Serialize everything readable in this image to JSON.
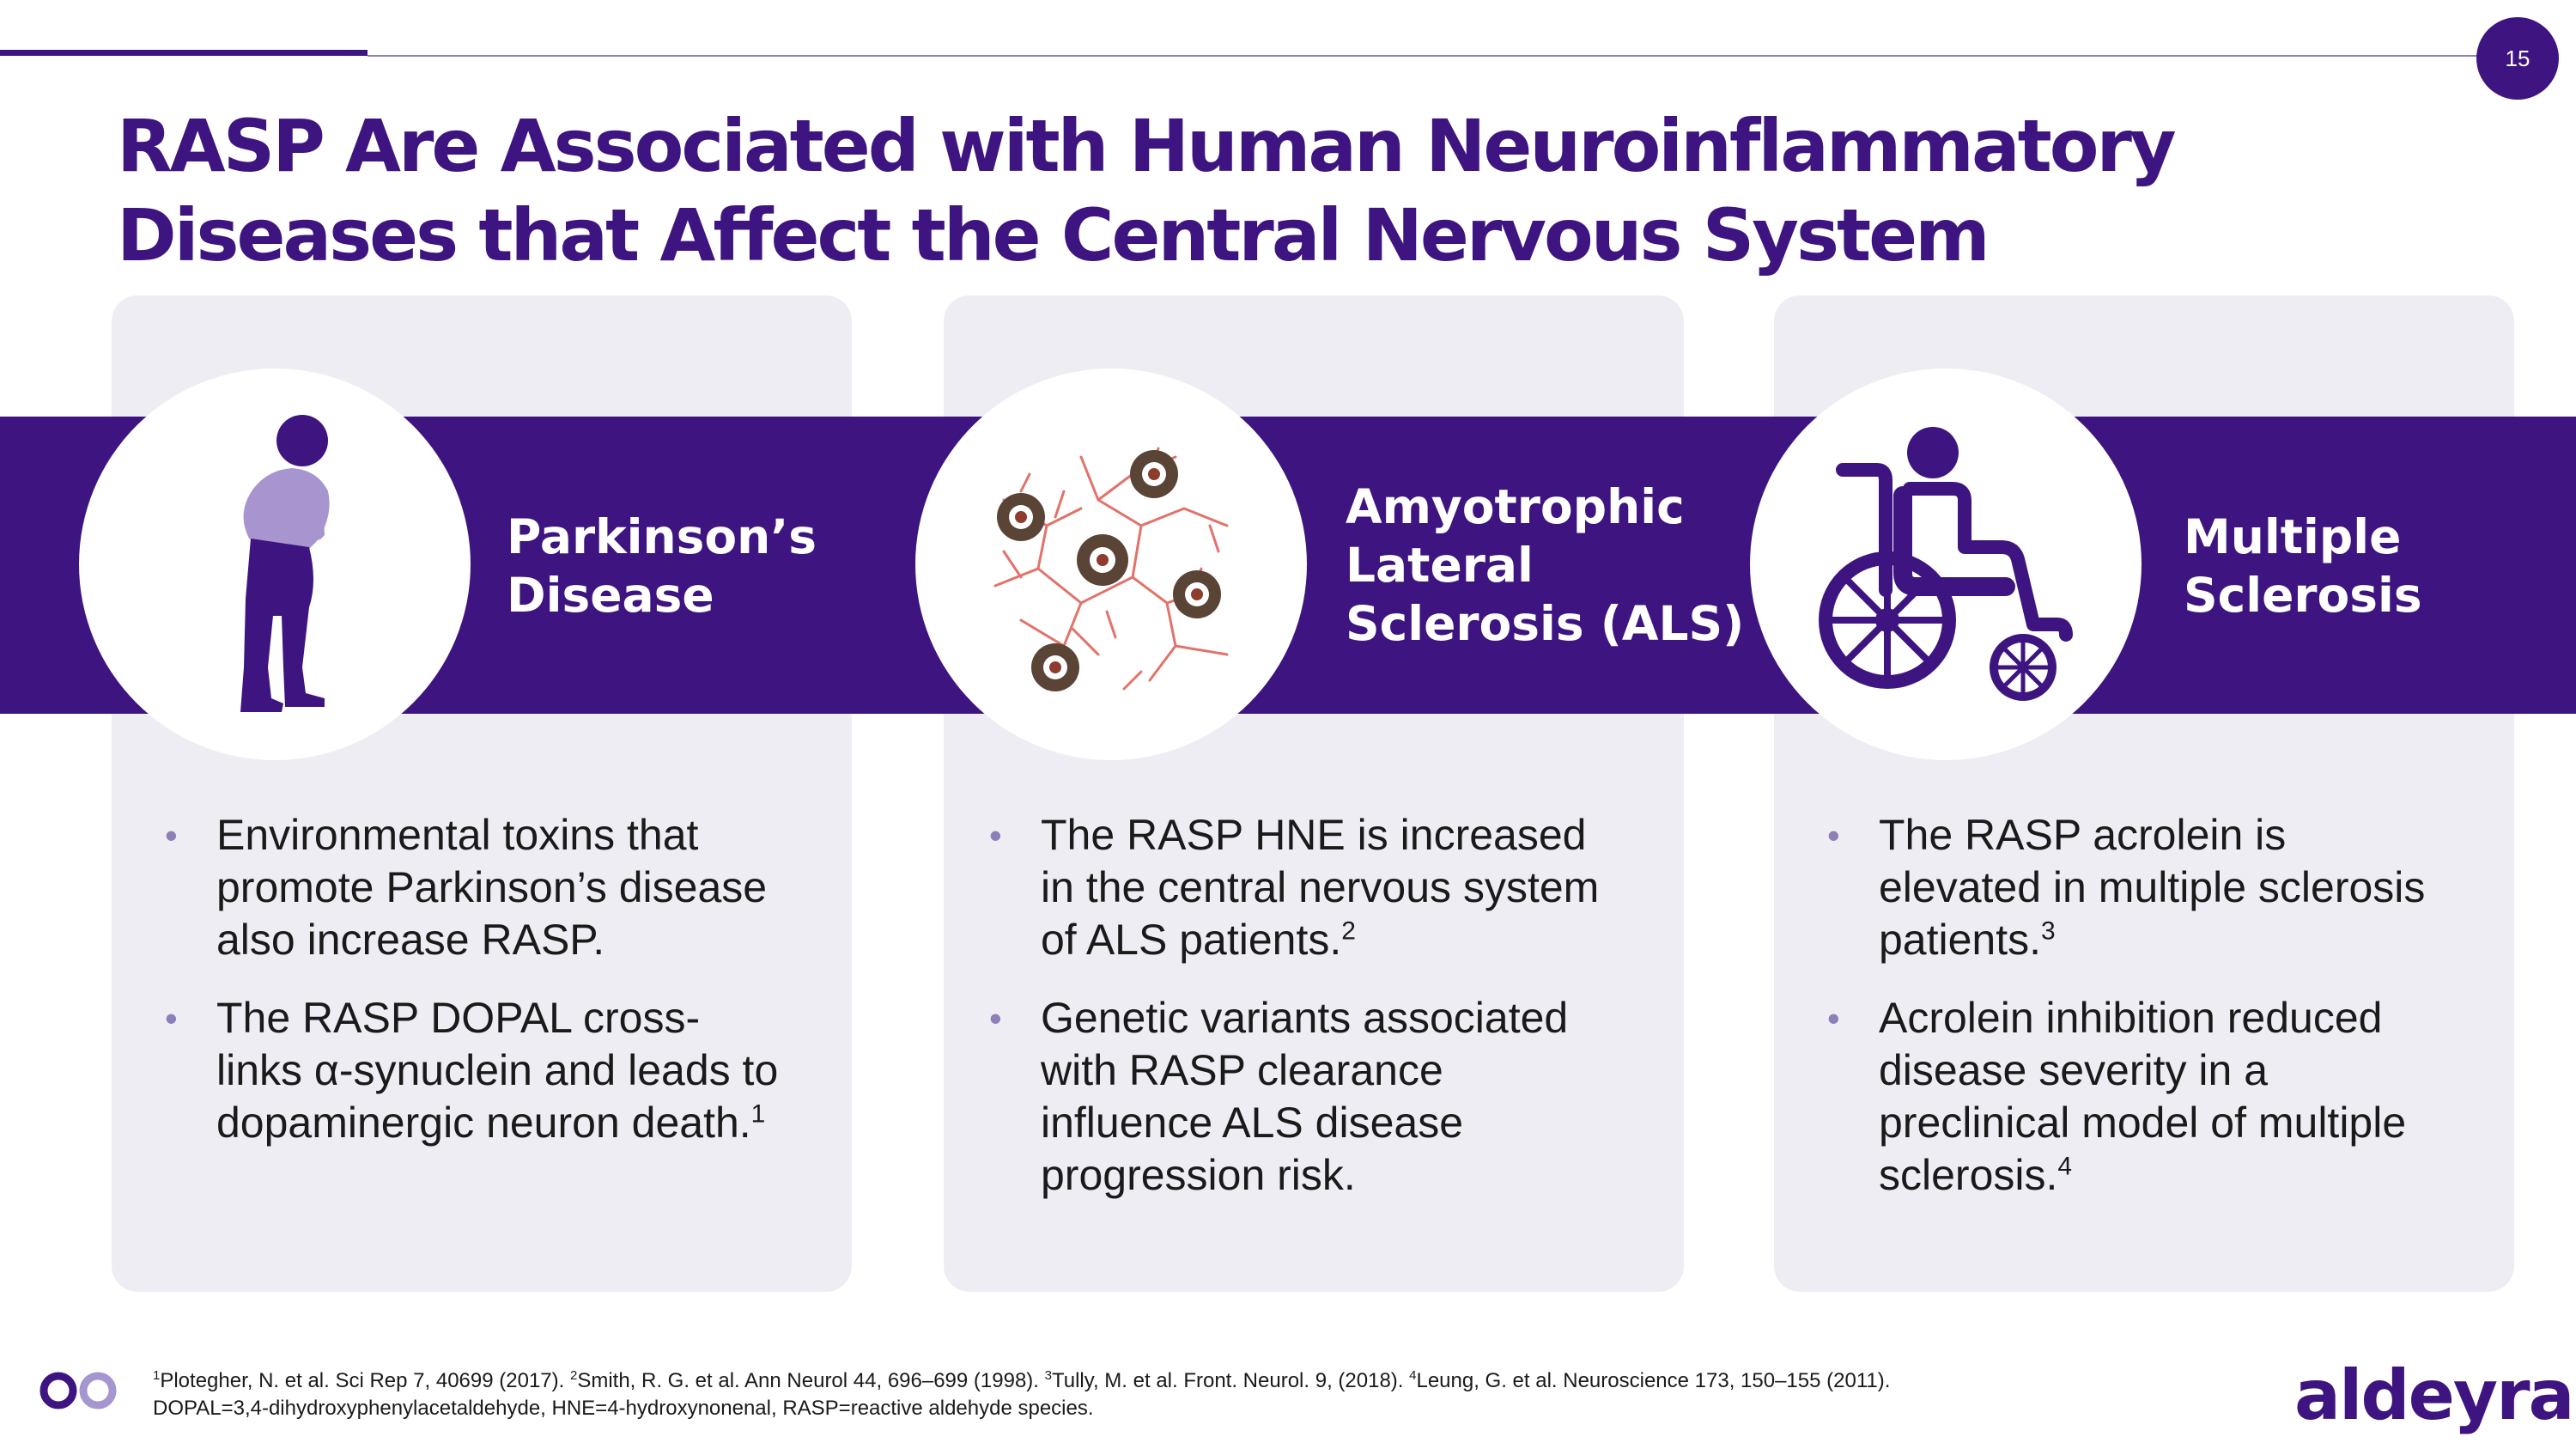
{
  "page_number": "15",
  "title": "RASP Are Associated with Human Neuroinflammatory Diseases that Affect the Central Nervous System",
  "accent_color": "#3e1580",
  "cards": [
    {
      "disease": "Parkinson’s\nDisease",
      "icon": "hunched-person-icon",
      "bullets": [
        {
          "text": "Environmental toxins that promote Parkinson’s disease also increase RASP.",
          "ref": ""
        },
        {
          "text": "The RASP DOPAL cross-links α-synuclein and leads to dopaminergic neuron death.",
          "ref": "1"
        }
      ]
    },
    {
      "disease": "Amyotrophic\nLateral\nSclerosis (ALS)",
      "icon": "neurons-illustration",
      "bullets": [
        {
          "text": "The RASP HNE is increased in the central nervous system of ALS patients.",
          "ref": "2"
        },
        {
          "text": "Genetic variants associated with RASP clearance influence ALS disease progression risk.",
          "ref": ""
        }
      ]
    },
    {
      "disease": "Multiple\nSclerosis",
      "icon": "wheelchair-icon",
      "bullets": [
        {
          "text": "The RASP acrolein is elevated in multiple sclerosis patients.",
          "ref": "3"
        },
        {
          "text": "Acrolein inhibition reduced disease severity in a preclinical model of multiple sclerosis.",
          "ref": "4"
        }
      ]
    }
  ],
  "footnotes": {
    "refs": [
      {
        "num": "1",
        "text": "Plotegher, N. et al. Sci Rep 7, 40699 (2017). "
      },
      {
        "num": "2",
        "text": "Smith, R. G. et al. Ann Neurol 44, 696–699 (1998). "
      },
      {
        "num": "3",
        "text": "Tully, M. et al. Front. Neurol. 9, (2018). "
      },
      {
        "num": "4",
        "text": "Leung, G. et al. Neuroscience 173, 150–155 (2011)."
      }
    ],
    "abbreviations": "DOPAL=3,4-dihydroxyphenylacetaldehyde, HNE=4-hydroxynonenal, RASP=reactive aldehyde species."
  },
  "brand": "aldeyra",
  "logo_icon": "aldeyra-logo-mark-icon"
}
